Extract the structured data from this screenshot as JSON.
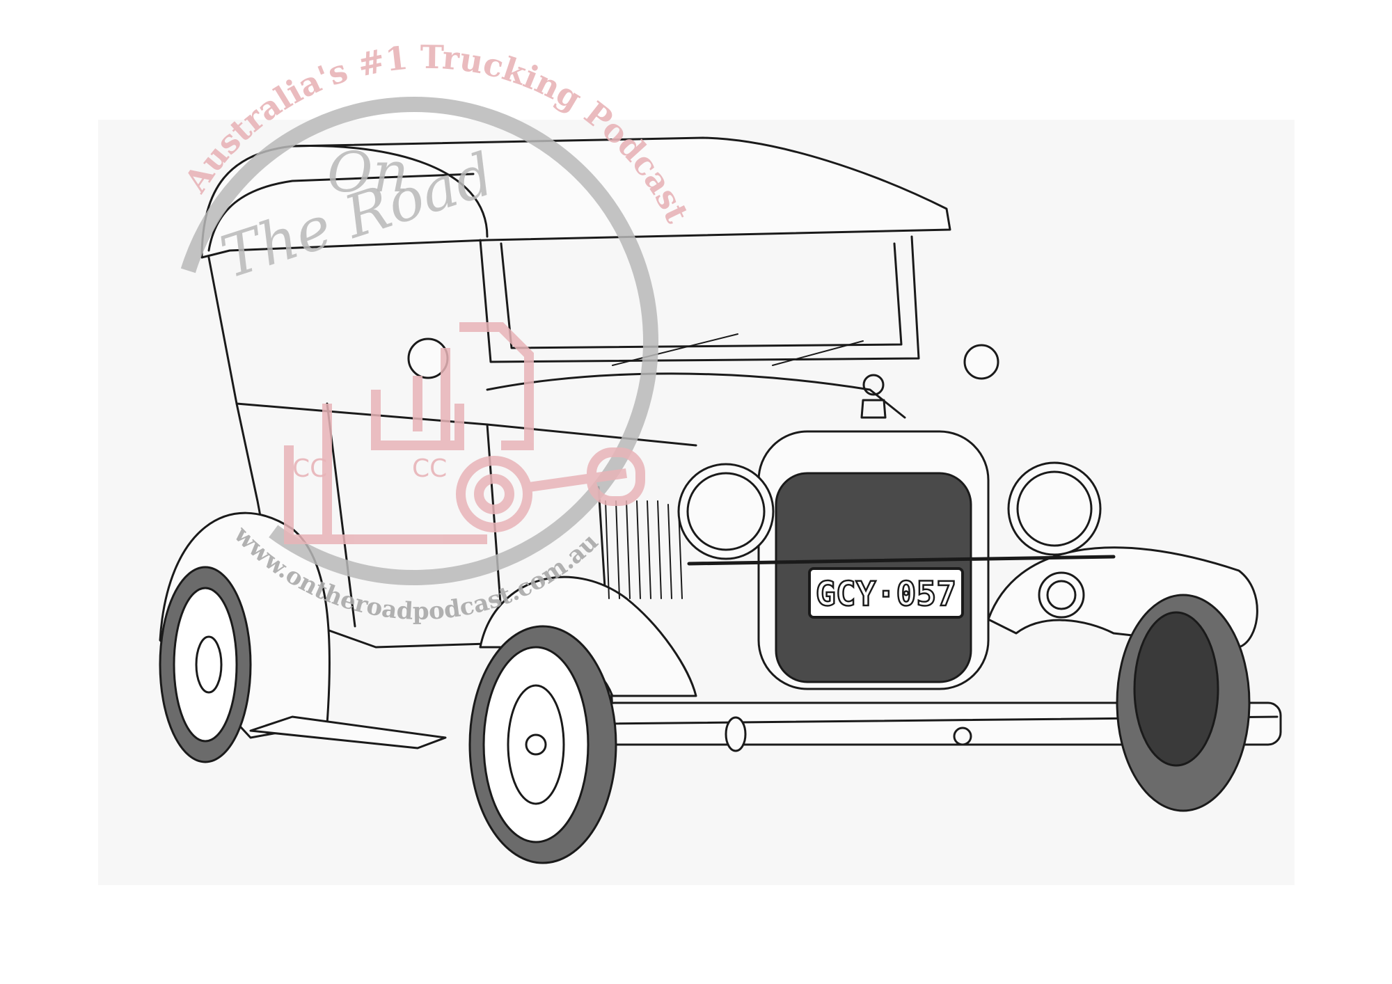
{
  "artwork": {
    "subject": "Vintage touring car coloring page",
    "license_plate": "GCY·057"
  },
  "watermark": {
    "arc_text_top": "Australia's #1 Trucking Podcast",
    "logo_line1": "On",
    "logo_line2": "The Road",
    "arc_text_bottom": "www.ontheroadpodcast.com.au",
    "truck_grille_left": "CC",
    "truck_grille_right": "CC",
    "colors": {
      "pink": "#e8b4b8",
      "gray": "#b9b9b9"
    }
  },
  "colors": {
    "background": "#ffffff",
    "canvas": "#f7f7f7",
    "line": "#1a1a1a",
    "tire": "#6b6b6b"
  }
}
